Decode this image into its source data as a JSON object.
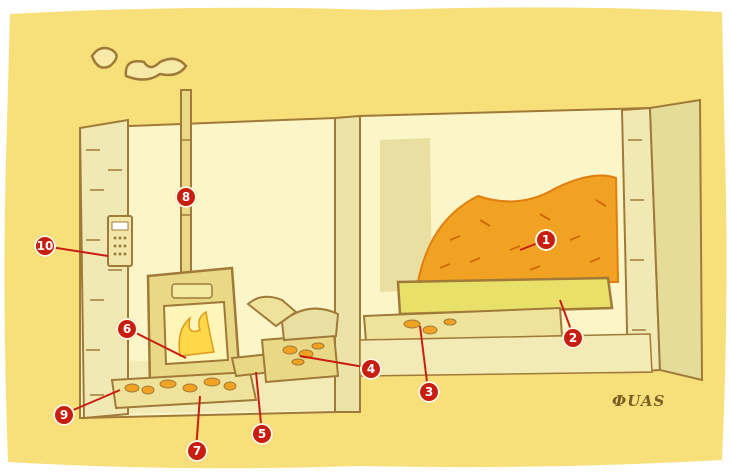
{
  "colors": {
    "paper": "#f7df7a",
    "wall": "#fbf5c8",
    "wall_shadow": "#e8dfa0",
    "outline": "#a07a38",
    "pellets": "#f2a222",
    "pellets_dark": "#e07f10",
    "label_red": "#c81e12",
    "metal": "#e9d986"
  },
  "labels": [
    {
      "id": "1",
      "text": "1"
    },
    {
      "id": "2",
      "text": "2"
    },
    {
      "id": "3",
      "text": "3"
    },
    {
      "id": "4",
      "text": "4"
    },
    {
      "id": "5",
      "text": "5"
    },
    {
      "id": "6",
      "text": "6"
    },
    {
      "id": "7",
      "text": "7"
    },
    {
      "id": "8",
      "text": "8"
    },
    {
      "id": "9",
      "text": "9"
    },
    {
      "id": "10",
      "text": "10"
    }
  ],
  "signature": "ФUAS"
}
